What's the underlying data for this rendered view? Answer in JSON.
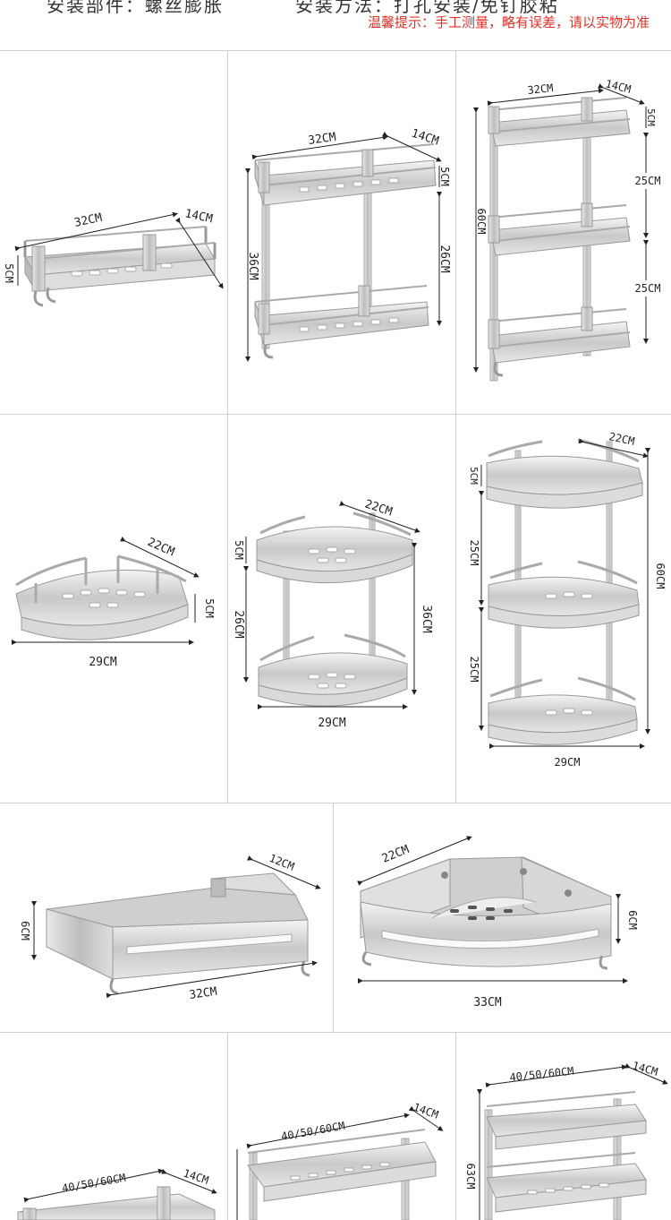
{
  "header": {
    "cut_left": "安装部件：螺丝膨胀",
    "cut_right": "安装方法：打孔安装/免钉胶粘",
    "note": "温馨提示：手工测量，略有误差，请以实物为准"
  },
  "products": [
    {
      "width": "32CM",
      "depth": "14CM",
      "rail": "5CM"
    },
    {
      "width": "32CM",
      "depth": "14CM",
      "rail": "5CM",
      "height": "36CM",
      "gap": "26CM"
    },
    {
      "width": "32CM",
      "depth": "14CM",
      "rail": "5CM",
      "height": "60CM",
      "gap1": "25CM",
      "gap2": "25CM"
    },
    {
      "side": "22CM",
      "rail": "5CM",
      "width": "29CM"
    },
    {
      "side": "22CM",
      "rail": "5CM",
      "gap": "26CM",
      "height": "36CM",
      "width": "29CM"
    },
    {
      "side": "22CM",
      "rail": "5CM",
      "gap1": "25CM",
      "gap2": "25CM",
      "height": "60CM",
      "width": "29CM"
    },
    {
      "depth": "12CM",
      "height": "6CM",
      "width": "32CM"
    },
    {
      "side": "22CM",
      "height": "6CM",
      "width": "33CM"
    },
    {
      "width": "40/50/60CM",
      "depth": "14CM"
    },
    {
      "width": "40/50/60CM",
      "depth": "14CM"
    },
    {
      "width": "40/50/60CM",
      "depth": "14CM",
      "height": "63CM"
    }
  ]
}
